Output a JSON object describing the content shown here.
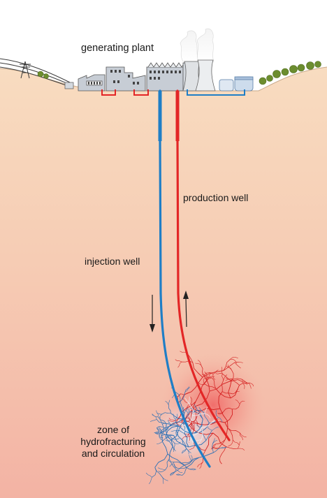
{
  "labels": {
    "generating_plant": "generating plant",
    "production_well": "production well",
    "injection_well": "injection well",
    "zone_line1": "zone of",
    "zone_line2": "hydrofracturing",
    "zone_line3": "and circulation"
  },
  "colors": {
    "sky": "#ffffff",
    "ground_top": "#f8dcc0",
    "ground_bottom": "#f3b3a4",
    "injection_well": "#1f7ec6",
    "production_well": "#e32626",
    "fracture_hot": "#d42020",
    "fracture_cold": "#2a6fb5",
    "building": "#bfc6cf",
    "trees": "#6c8d2f"
  },
  "icons": {
    "plant": "generating-plant-icon",
    "cooling_towers": "cooling-tower-icon",
    "pylon": "power-pylon-icon",
    "tanks": "storage-tank-icon",
    "trees": "tree-icon",
    "flow_down": "arrow-down-icon",
    "flow_up": "arrow-up-icon"
  }
}
